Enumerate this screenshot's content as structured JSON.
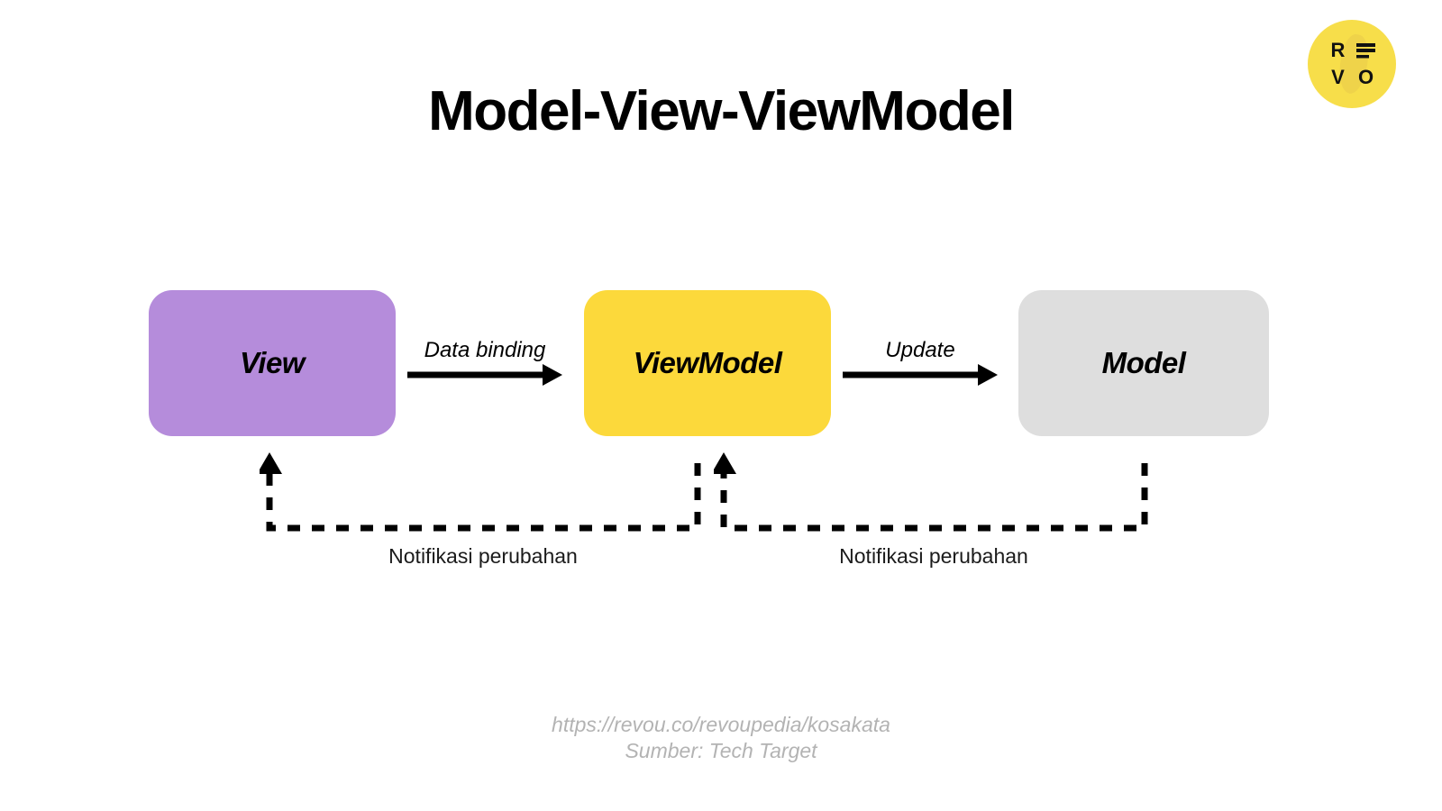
{
  "page": {
    "title": "Model-View-ViewModel",
    "background_color": "#ffffff"
  },
  "logo": {
    "name": "revou-logo",
    "letters": [
      "R",
      "V",
      "O"
    ],
    "brand_color": "#F7DE4A",
    "text_color": "#111111"
  },
  "diagram": {
    "nodes": [
      {
        "id": "view",
        "label": "View",
        "color": "#B58CDB"
      },
      {
        "id": "viewmodel",
        "label": "ViewModel",
        "color": "#FCD93B"
      },
      {
        "id": "model",
        "label": "Model",
        "color": "#DEDEDE"
      }
    ],
    "flows": [
      {
        "id": "data-binding",
        "label": "Data binding",
        "from": "view",
        "to": "viewmodel",
        "style": "solid",
        "direction": "right"
      },
      {
        "id": "update",
        "label": "Update",
        "from": "viewmodel",
        "to": "model",
        "style": "solid",
        "direction": "right"
      }
    ],
    "feedback": [
      {
        "id": "feedback-left",
        "label": "Notifikasi perubahan",
        "from": "viewmodel",
        "to": "view",
        "style": "dashed",
        "direction": "left"
      },
      {
        "id": "feedback-right",
        "label": "Notifikasi perubahan",
        "from": "model",
        "to": "viewmodel",
        "style": "dashed",
        "direction": "left"
      }
    ],
    "line_color": "#000000"
  },
  "footer": {
    "url": "https://revou.co/revoupedia/kosakata",
    "source": "Sumber: Tech Target",
    "color": "#b3b3b3"
  }
}
